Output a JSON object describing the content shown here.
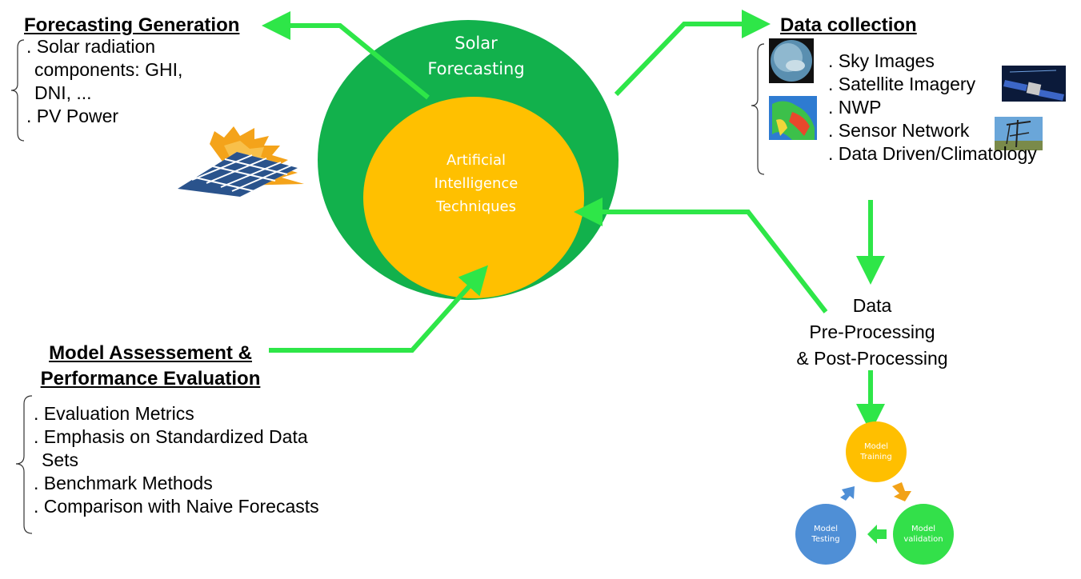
{
  "colors": {
    "green_outer": "#12b14c",
    "orange_inner": "#ffc000",
    "arrow_green": "#2ee648",
    "model_training": "#ffbf00",
    "model_validation": "#33e04a",
    "model_testing": "#4f8fd6"
  },
  "center": {
    "outer_label": [
      "Solar",
      "Forecasting"
    ],
    "inner_label": [
      "Artificial",
      "Intelligence",
      "Techniques"
    ]
  },
  "forecasting": {
    "title": "Forecasting Generation",
    "items": [
      ". Solar radiation",
      "components: GHI,",
      "DNI, ...",
      ". PV Power"
    ]
  },
  "data_collection": {
    "title": "Data collection",
    "items": [
      ". Sky Images",
      ". Satellite Imagery",
      ". NWP",
      ". Sensor Network",
      ". Data Driven/Climatology"
    ]
  },
  "preprocessing": {
    "lines": [
      "Data",
      "Pre-Processing",
      "& Post-Processing"
    ]
  },
  "assessment": {
    "title_lines": [
      "Model Assessement &",
      "Performance Evaluation"
    ],
    "items": [
      ". Evaluation Metrics",
      ". Emphasis on Standardized Data",
      "Sets",
      ". Benchmark Methods",
      ". Comparison with Naive Forecasts"
    ]
  },
  "cycle": {
    "training": [
      "Model",
      "Training"
    ],
    "validation": [
      "Model",
      "validation"
    ],
    "testing": [
      "Model",
      "Testing"
    ]
  },
  "icons": [
    "solar-panel-sun-icon",
    "sky-image-icon",
    "weather-map-icon",
    "satellite-icon",
    "sensor-tower-icon"
  ]
}
